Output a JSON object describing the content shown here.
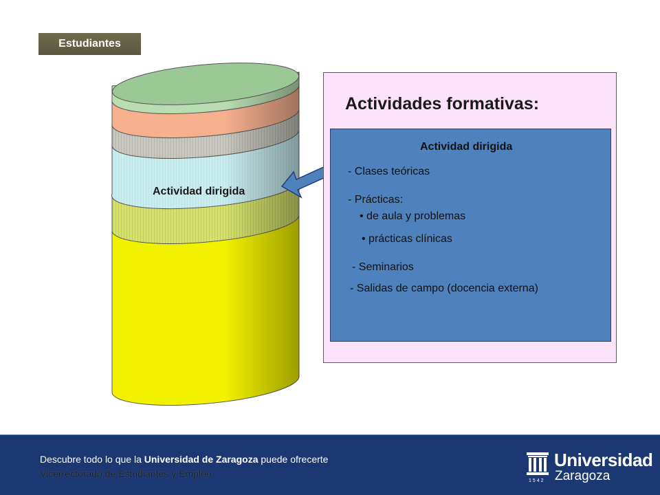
{
  "header": {
    "tag": "Estudiantes"
  },
  "cylinder": {
    "highlight_label": "Actividad dirigida"
  },
  "panel": {
    "title": "Actividades formativas:",
    "box_title": "Actividad dirigida",
    "items": [
      "- Clases teóricas",
      "- Prácticas:",
      "• de aula y problemas",
      "• prácticas clínicas",
      "- Seminarios",
      "- Salidas de campo (docencia externa)"
    ]
  },
  "footer": {
    "line1_pre": "Descubre todo lo que la ",
    "line1_bold": "Universidad de Zaragoza",
    "line1_post": " puede ofrecerte",
    "line2": "Vicerrectorado de Estudiantes y Empleo",
    "logo_line1": "Universidad",
    "logo_line2": "Zaragoza",
    "logo_year": "1542"
  },
  "colors": {
    "green": "#9bc995",
    "salmon": "#f6b08e",
    "grey": "#c8c8c0",
    "lightblue": "#c8eef0",
    "olive": "#d6e36b",
    "yellow": "#f2f200",
    "panel_pink": "#fde3fa",
    "panel_blue": "#4f81bd",
    "footer": "#1b3873"
  }
}
